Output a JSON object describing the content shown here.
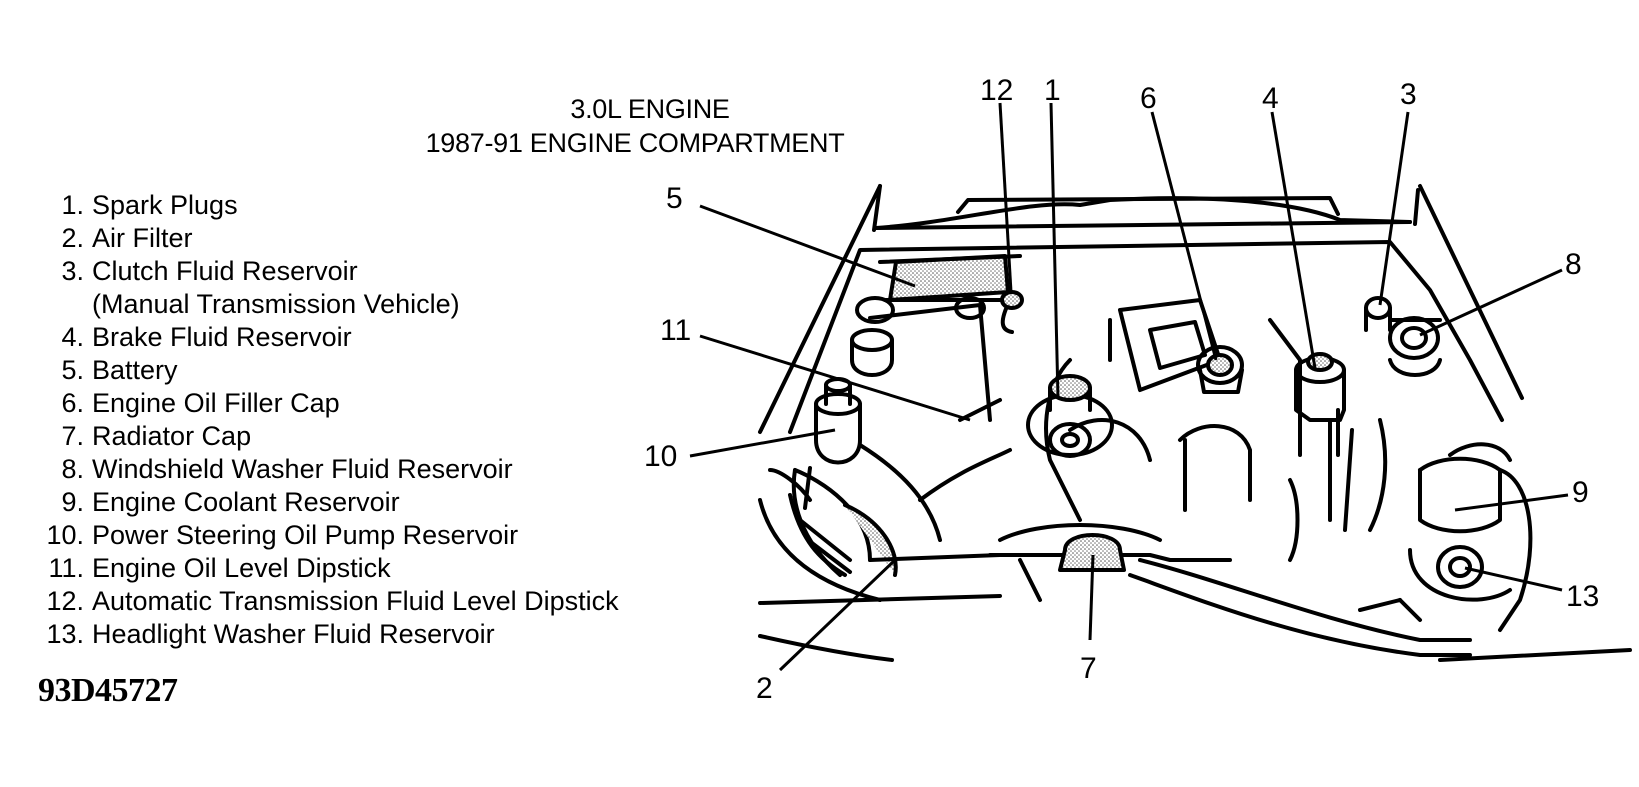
{
  "title": {
    "line1": "3.0L ENGINE",
    "line2": "1987-91 ENGINE COMPARTMENT"
  },
  "legend": [
    {
      "num": "1.",
      "label": "Spark Plugs"
    },
    {
      "num": "2.",
      "label": "Air Filter"
    },
    {
      "num": "3.",
      "label": "Clutch Fluid Reservoir"
    },
    {
      "num": "",
      "label": "(Manual Transmission Vehicle)"
    },
    {
      "num": "4.",
      "label": "Brake Fluid Reservoir"
    },
    {
      "num": "5.",
      "label": "Battery"
    },
    {
      "num": "6.",
      "label": "Engine Oil Filler Cap"
    },
    {
      "num": "7.",
      "label": "Radiator Cap"
    },
    {
      "num": "8.",
      "label": "Windshield Washer Fluid Reservoir"
    },
    {
      "num": "9.",
      "label": "Engine Coolant Reservoir"
    },
    {
      "num": "10.",
      "label": "Power Steering Oil Pump Reservoir"
    },
    {
      "num": "11.",
      "label": "Engine Oil Level Dipstick"
    },
    {
      "num": "12.",
      "label": "Automatic Transmission Fluid Level Dipstick"
    },
    {
      "num": "13.",
      "label": "Headlight Washer Fluid Reservoir"
    }
  ],
  "callouts": {
    "c1": "1",
    "c2": "2",
    "c3": "3",
    "c4": "4",
    "c5": "5",
    "c6": "6",
    "c7": "7",
    "c8": "8",
    "c9": "9",
    "c10": "10",
    "c11": "11",
    "c12": "12",
    "c13": "13"
  },
  "figure_code": "93D45727"
}
